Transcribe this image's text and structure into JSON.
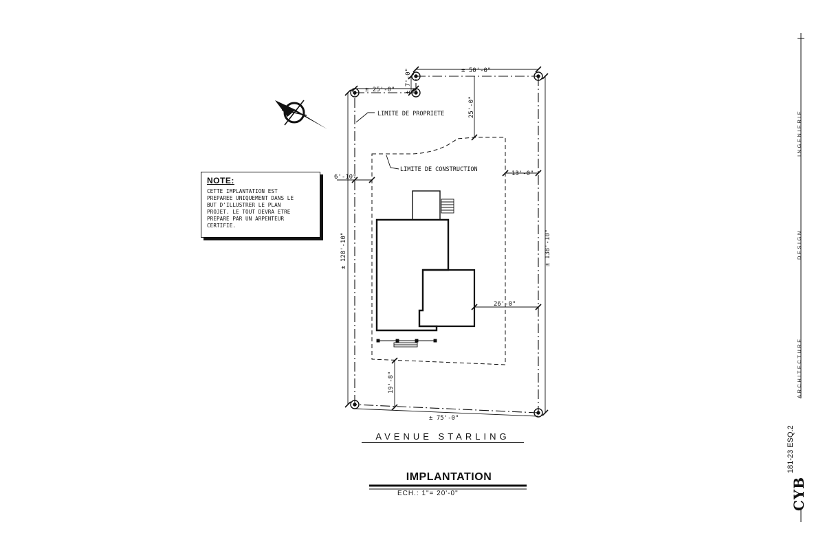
{
  "note": {
    "title": "NOTE:",
    "text": "CETTE IMPLANTATION EST\nPREPAREE UNIQUEMENT DANS LE\nBUT D'ILLUSTRER LE PLAN\nPROJET. LE TOUT DEVRA ETRE\nPREPARE PAR UN ARPENTEUR\nCERTIFIE."
  },
  "labels": {
    "property_limit": "LIMITE DE PROPRIETE",
    "construction_limit": "LIMITE DE CONSTRUCTION"
  },
  "dimensions": {
    "top_width": "± 50'-0\"",
    "left_offset": "± 25'-0\"",
    "jog": "± 7'-0\"",
    "front_setback": "25'-0\"",
    "left_margin": "6'-10\"",
    "right_margin": "13'-0\"",
    "left_depth": "± 128'-10\"",
    "right_depth": "± 138'-10\"",
    "side_distance": "26'-0\"",
    "rear_setback": "19'-8\"",
    "bottom_width": "± 75'-0\""
  },
  "street": "AVENUE STARLING",
  "plan": {
    "title": "IMPLANTATION",
    "scale": "ECH.: 1\"= 20'-0\""
  },
  "sidebar": {
    "architecture": "ARCHITECTURE",
    "design": "DESIGN",
    "ingenierie": "INGENIERIE",
    "project_code": "181-23 ESQ.2",
    "logo": "CYB"
  }
}
